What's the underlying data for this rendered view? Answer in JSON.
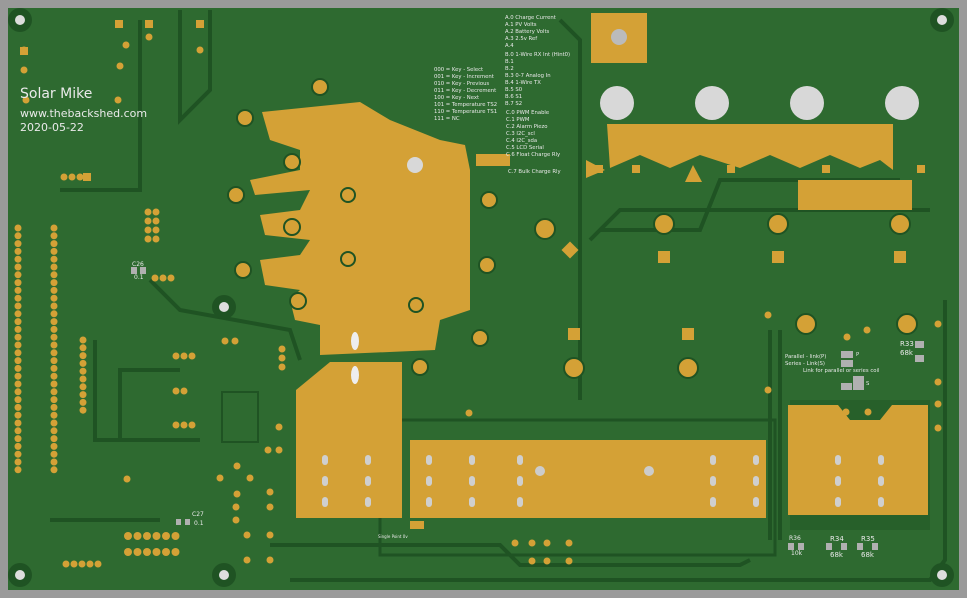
{
  "author": {
    "name": "Solar Mike",
    "website": "www.thebackshed.com",
    "date": "2020-05-22"
  },
  "pin_map": {
    "port_a": [
      "A.0 Charge Current",
      "A.1 PV Volts",
      "A.2 Battery Volts",
      "A.3 2.5v Ref",
      "A.4"
    ],
    "port_b": [
      "B.0 1-Wire RX Int (Hint0)",
      "B.1",
      "B.2",
      "B.3 0-7 Analog In",
      "B.4 1-Wire TX",
      "B.5 S0",
      "B.6 S1",
      "B.7 S2"
    ],
    "port_c": [
      "C.0 PWM Enable",
      "C.1 PWM",
      "C.2 Alarm Piezo",
      "C.3 I2C_scl",
      "C.4 I2C_sda",
      "C.5 LCD Serial",
      "C.6 Float Charge Rly"
    ],
    "port_c7": "C.7 Bulk Charge Rly"
  },
  "key_map": [
    "000 = Key - Select",
    "001 = Key - Increment",
    "010 = Key - Previous",
    "011 = Key - Decrement",
    "100 = Key - Next",
    "101 = Temperature TS2",
    "110 = Temperature TS1",
    "111 = NC"
  ],
  "link_note": {
    "line1": "Parallel - link(P)",
    "line2": "Series - Link(S)",
    "line3": "Link for parallel or series coil",
    "p": "P",
    "s": "S"
  },
  "components": [
    {
      "ref": "R33",
      "value": "68k"
    },
    {
      "ref": "R34",
      "value": "68k"
    },
    {
      "ref": "R35",
      "value": "68k"
    },
    {
      "ref": "R36",
      "value": "10k"
    },
    {
      "ref": "C26",
      "value": "0.1"
    },
    {
      "ref": "C27",
      "value": "0.1"
    }
  ],
  "single_point": "Single Point 0v",
  "colors": {
    "board": "#2e6a30",
    "trace": "#1f5323",
    "copper": "#d4a136",
    "frame": "#9a9a9a",
    "silk": "#e8e8e8"
  }
}
